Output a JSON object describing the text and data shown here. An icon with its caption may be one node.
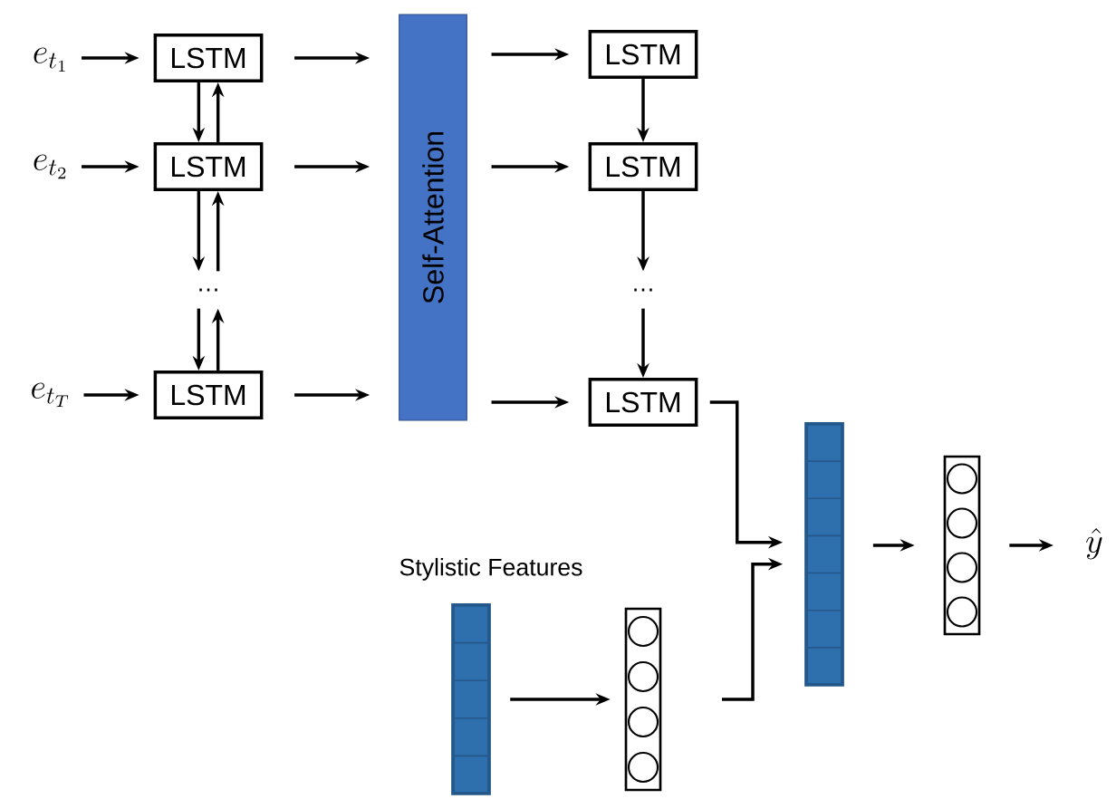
{
  "diagram": {
    "nodes": [
      {
        "text": [
          "e_{t_1}"
        ]
      },
      {
        "text": [
          "e_{t_2}"
        ]
      },
      {
        "text": [
          "e_{t_T}"
        ]
      },
      {
        "text": [
          "LSTM"
        ]
      },
      {
        "text": [
          "LSTM"
        ]
      },
      {
        "text": [
          "…"
        ]
      },
      {
        "text": [
          "LSTM"
        ]
      },
      {
        "text": [
          "Self-Attention"
        ]
      },
      {
        "text": [
          "LSTM"
        ]
      },
      {
        "text": [
          "LSTM"
        ]
      },
      {
        "text": [
          "…"
        ]
      },
      {
        "text": [
          "LSTM"
        ]
      },
      {
        "text": [],
        "shape": "bar"
      },
      {
        "text": [],
        "shape": "box"
      },
      {
        "text": [
          "\\hat{y}"
        ]
      },
      {
        "text": [
          "Stylistic Features"
        ]
      },
      {
        "text": [],
        "shape": "box"
      }
    ],
    "edges": [
      {
        "from": 0,
        "to": 3,
        "arrow": "to"
      },
      {
        "from": 1,
        "to": 4,
        "arrow": "to"
      },
      {
        "from": 2,
        "to": 6,
        "arrow": "to"
      },
      {
        "from": 3,
        "to": 4,
        "arrow": "to"
      },
      {
        "from": 4,
        "to": 3,
        "arrow": "to"
      },
      {
        "from": 4,
        "to": 5,
        "arrow": "to"
      },
      {
        "from": 5,
        "to": 4,
        "arrow": "to"
      },
      {
        "from": 5,
        "to": 6,
        "arrow": "to"
      },
      {
        "from": 6,
        "to": 5,
        "arrow": "to"
      },
      {
        "from": 3,
        "to": 7,
        "arrow": "to"
      },
      {
        "from": 4,
        "to": 7,
        "arrow": "to"
      },
      {
        "from": 6,
        "to": 7,
        "arrow": "to"
      },
      {
        "from": 7,
        "to": 8,
        "arrow": "to"
      },
      {
        "from": 7,
        "to": 9,
        "arrow": "to"
      },
      {
        "from": 7,
        "to": 11,
        "arrow": "to"
      },
      {
        "from": 8,
        "to": 9,
        "arrow": "to"
      },
      {
        "from": 9,
        "to": 10,
        "arrow": "to"
      },
      {
        "from": 10,
        "to": 11,
        "arrow": "to"
      },
      {
        "from": 11,
        "to": 12,
        "arrow": "to"
      },
      {
        "from": 16,
        "to": 12,
        "arrow": "to"
      },
      {
        "from": 12,
        "to": 13,
        "arrow": "to"
      },
      {
        "from": 13,
        "to": 14,
        "arrow": "to"
      },
      {
        "from": 15,
        "to": 16,
        "arrow": "to"
      }
    ]
  }
}
